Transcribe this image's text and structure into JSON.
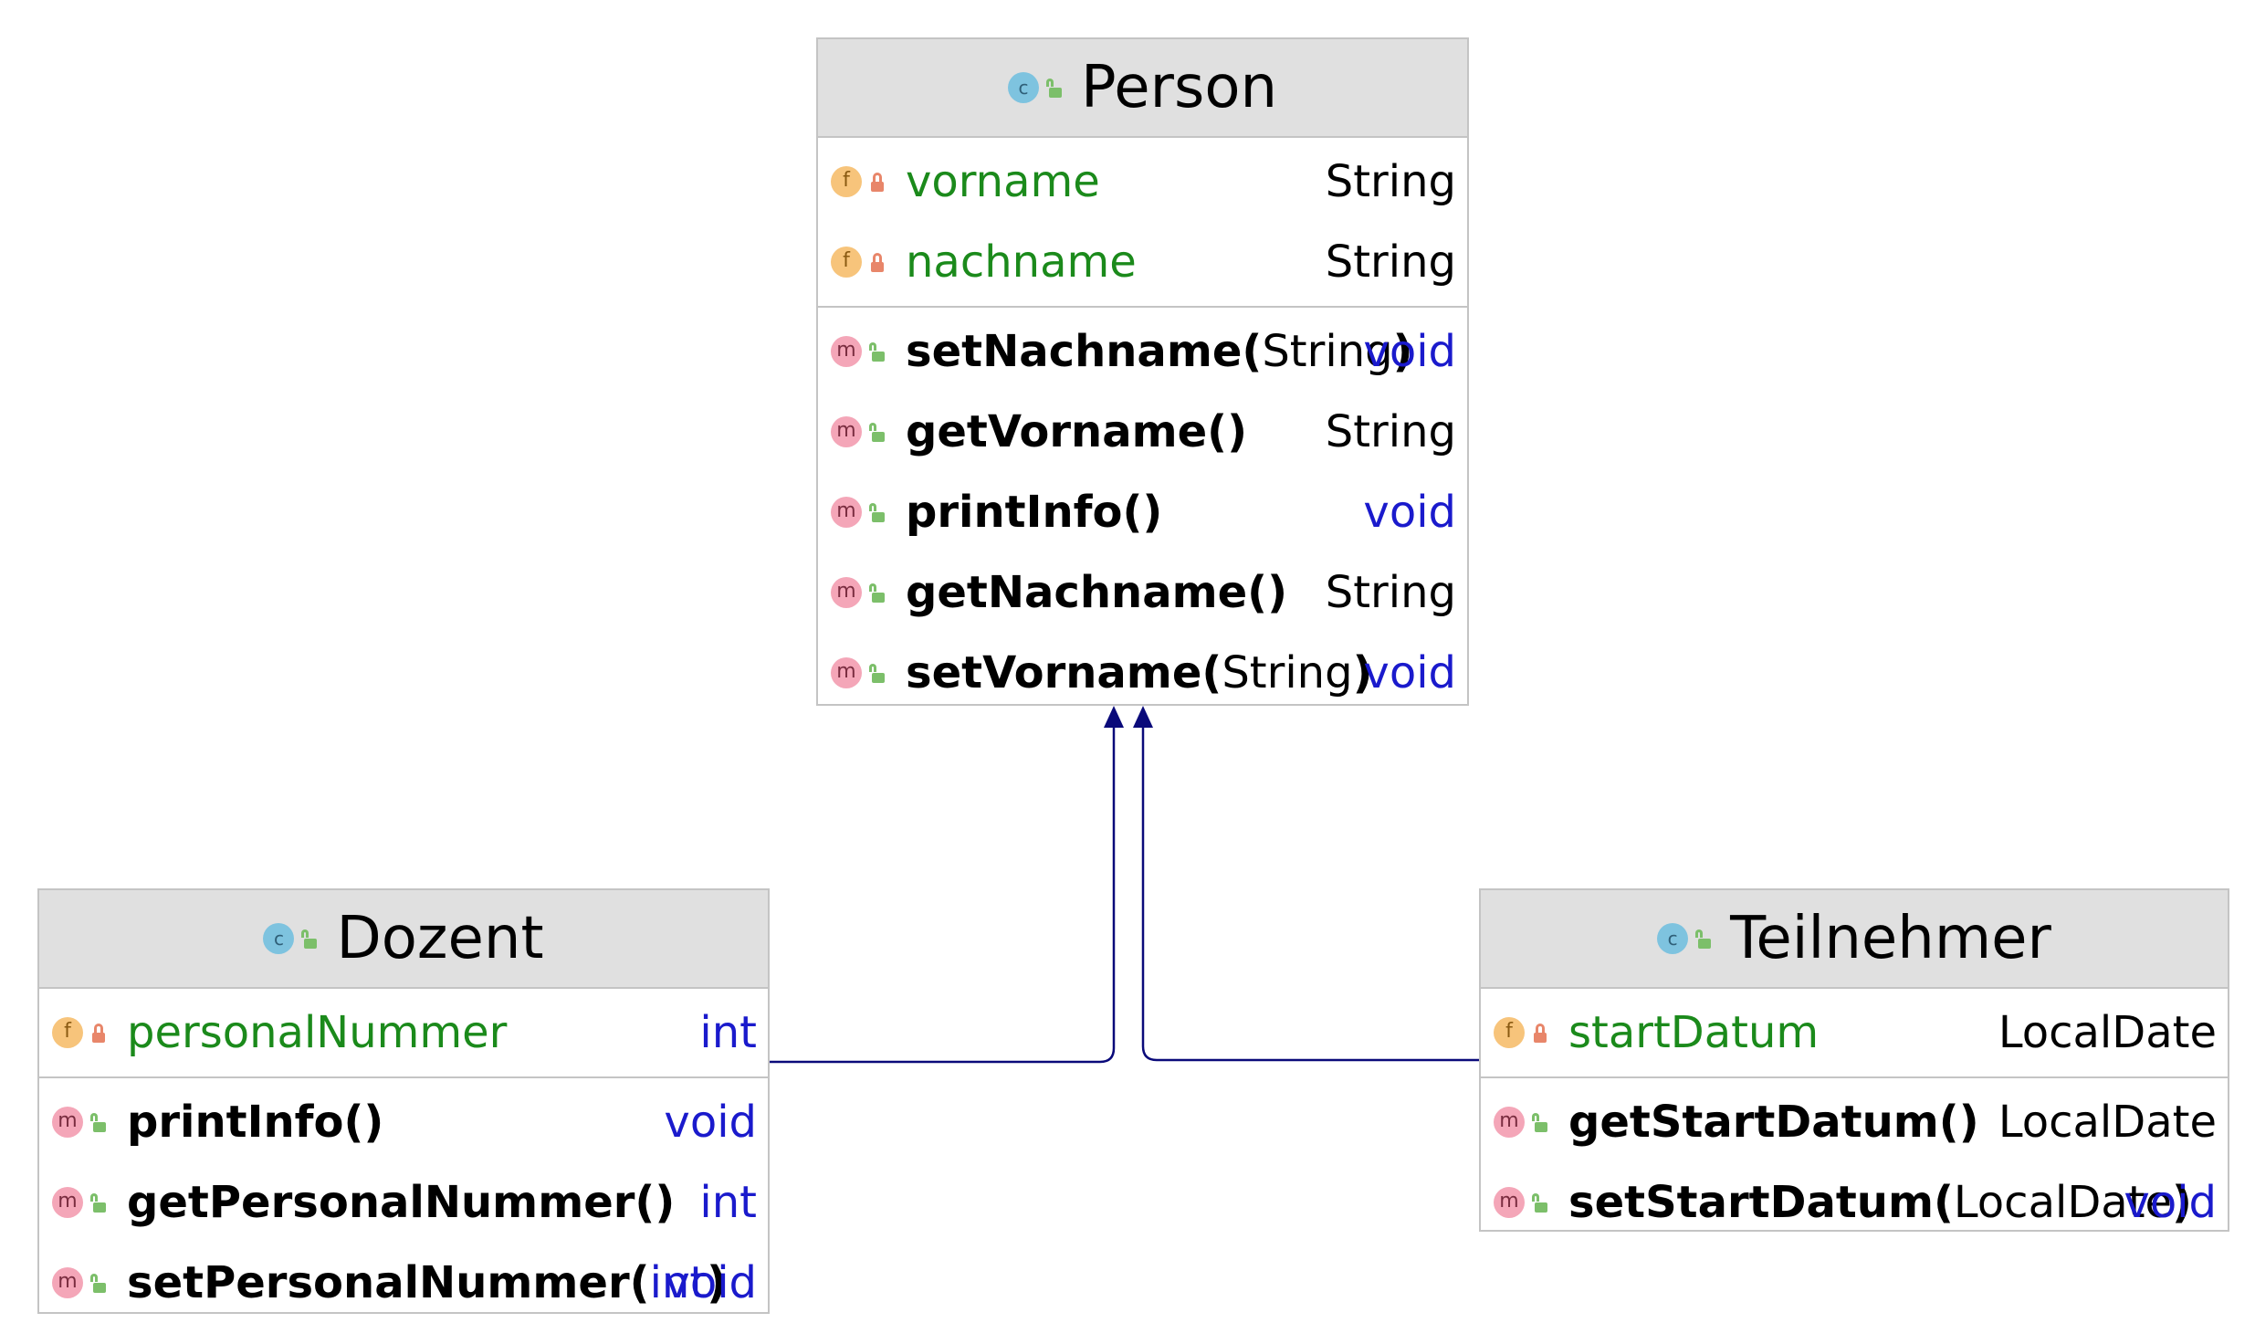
{
  "colors": {
    "header_bg": "#e0e0e0",
    "border": "#c4c4c4",
    "field_name": "#1b8a1b",
    "primitive_type": "#1a1acc",
    "inheritance_arrow": "#0a0a7a"
  },
  "classes": [
    {
      "id": "person",
      "name": "Person",
      "icon": "class-icon",
      "fields": [
        {
          "name": "vorname",
          "type": "String",
          "type_kind": "obj",
          "visibility": "private"
        },
        {
          "name": "nachname",
          "type": "String",
          "type_kind": "obj",
          "visibility": "private"
        }
      ],
      "methods": [
        {
          "name": "setNachname(",
          "param": "String",
          "param_kind": "obj",
          "close": ")",
          "type": "void",
          "type_kind": "prim"
        },
        {
          "name": "getVorname()",
          "param": "",
          "param_kind": "",
          "close": "",
          "type": "String",
          "type_kind": "obj"
        },
        {
          "name": "printInfo()",
          "param": "",
          "param_kind": "",
          "close": "",
          "type": "void",
          "type_kind": "prim"
        },
        {
          "name": "getNachname()",
          "param": "",
          "param_kind": "",
          "close": "",
          "type": "String",
          "type_kind": "obj"
        },
        {
          "name": "setVorname(",
          "param": "String",
          "param_kind": "obj",
          "close": ")",
          "type": "void",
          "type_kind": "prim"
        }
      ]
    },
    {
      "id": "dozent",
      "name": "Dozent",
      "icon": "class-icon",
      "fields": [
        {
          "name": "personalNummer",
          "type": "int",
          "type_kind": "prim",
          "visibility": "private"
        }
      ],
      "methods": [
        {
          "name": "printInfo()",
          "param": "",
          "param_kind": "",
          "close": "",
          "type": "void",
          "type_kind": "prim"
        },
        {
          "name": "getPersonalNummer()",
          "param": "",
          "param_kind": "",
          "close": "",
          "type": "int",
          "type_kind": "prim"
        },
        {
          "name": "setPersonalNummer(",
          "param": "int",
          "param_kind": "prim",
          "close": ")",
          "type": "void",
          "type_kind": "prim"
        }
      ]
    },
    {
      "id": "teilnehmer",
      "name": "Teilnehmer",
      "icon": "class-icon",
      "fields": [
        {
          "name": "startDatum",
          "type": "LocalDate",
          "type_kind": "obj",
          "visibility": "private"
        }
      ],
      "methods": [
        {
          "name": "getStartDatum()",
          "param": "",
          "param_kind": "",
          "close": "",
          "type": "LocalDate",
          "type_kind": "obj"
        },
        {
          "name": "setStartDatum(",
          "param": "LocalDate",
          "param_kind": "obj",
          "close": ")",
          "type": "void",
          "type_kind": "prim"
        }
      ]
    }
  ],
  "relations": [
    {
      "type": "inheritance",
      "from": "Dozent",
      "to": "Person"
    },
    {
      "type": "inheritance",
      "from": "Teilnehmer",
      "to": "Person"
    }
  ]
}
